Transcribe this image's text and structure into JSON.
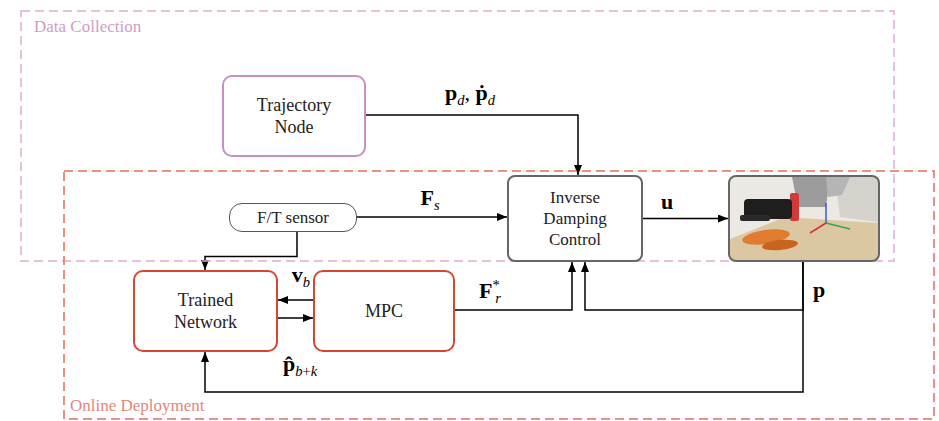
{
  "diagram": {
    "nodes": [
      {
        "text": [
          "Data Collection"
        ]
      },
      {
        "text": [
          "Trajectory Node"
        ],
        "in": 0
      },
      {
        "text": [
          "Online Deployment"
        ]
      },
      {
        "text": [
          "F/T sensor"
        ]
      },
      {
        "text": [
          "Inverse Damping Control"
        ]
      },
      {
        "text": []
      },
      {
        "text": [
          "Trained Network"
        ],
        "in": 2
      },
      {
        "text": [
          "MPC"
        ],
        "in": 2
      }
    ],
    "edges": [
      {
        "from": 1,
        "to": 4,
        "label": "pd, ṗd",
        "arrow": "to"
      },
      {
        "from": 3,
        "to": 4,
        "label": "Fs",
        "arrow": "to"
      },
      {
        "from": 4,
        "to": 5,
        "label": "u",
        "arrow": "to"
      },
      {
        "from": 3,
        "to": 6,
        "label": "vb",
        "arrow": "to"
      },
      {
        "from": 7,
        "to": 6,
        "arrow": "to"
      },
      {
        "from": 6,
        "to": 7,
        "label": "p̂b+k",
        "arrow": "to"
      },
      {
        "from": 7,
        "to": 4,
        "label": "F*r",
        "arrow": "to"
      },
      {
        "from": 5,
        "to": 4,
        "label": "p",
        "arrow": "to"
      },
      {
        "from": 5,
        "to": 6,
        "arrow": "to"
      }
    ]
  }
}
